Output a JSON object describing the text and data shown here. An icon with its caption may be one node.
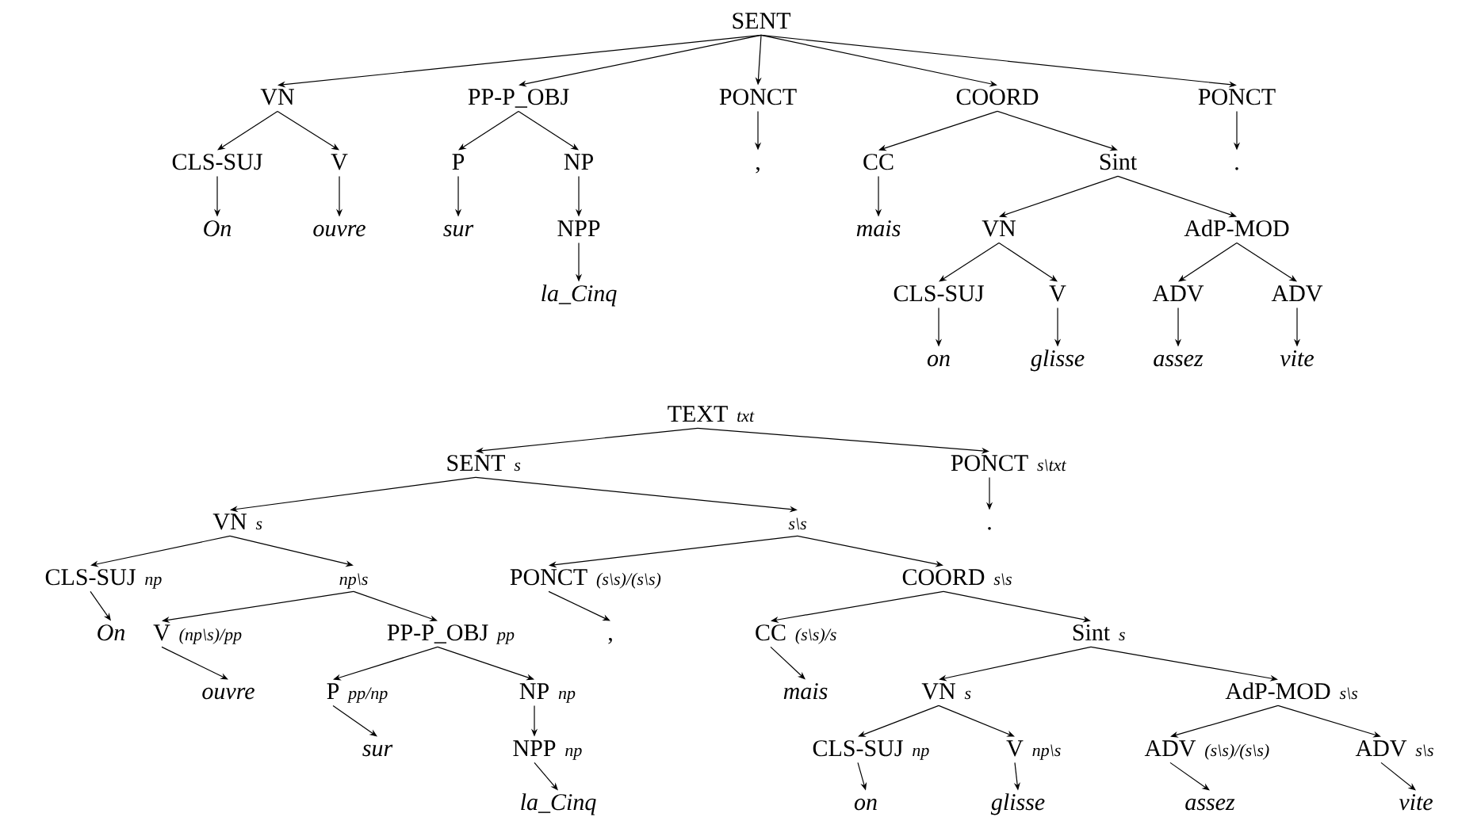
{
  "diagram": {
    "nodes": [
      {
        "text": [
          "SENT"
        ]
      },
      {
        "text": [
          "VN"
        ]
      },
      {
        "text": [
          "PP-P_OBJ"
        ]
      },
      {
        "text": [
          "PONCT"
        ]
      },
      {
        "text": [
          "COORD"
        ]
      },
      {
        "text": [
          "PONCT"
        ]
      },
      {
        "text": [
          "CLS-SUJ"
        ]
      },
      {
        "text": [
          "V"
        ]
      },
      {
        "text": [
          "P"
        ]
      },
      {
        "text": [
          "NP"
        ]
      },
      {
        "text": [
          ","
        ]
      },
      {
        "text": [
          "CC"
        ]
      },
      {
        "text": [
          "Sint"
        ]
      },
      {
        "text": [
          "."
        ]
      },
      {
        "text": [
          "On"
        ]
      },
      {
        "text": [
          "ouvre"
        ]
      },
      {
        "text": [
          "sur"
        ]
      },
      {
        "text": [
          "NPP"
        ]
      },
      {
        "text": [
          "mais"
        ]
      },
      {
        "text": [
          "VN"
        ]
      },
      {
        "text": [
          "AdP-MOD"
        ]
      },
      {
        "text": [
          "la_Cinq"
        ]
      },
      {
        "text": [
          "CLS-SUJ"
        ]
      },
      {
        "text": [
          "V"
        ]
      },
      {
        "text": [
          "ADV"
        ]
      },
      {
        "text": [
          "ADV"
        ]
      },
      {
        "text": [
          "on"
        ]
      },
      {
        "text": [
          "glisse"
        ]
      },
      {
        "text": [
          "assez"
        ]
      },
      {
        "text": [
          "vite"
        ]
      },
      {
        "text": [
          "TEXT"
        ],
        "beside": [
          "txt"
        ]
      },
      {
        "text": [
          "SENT"
        ],
        "beside": [
          "s"
        ]
      },
      {
        "text": [
          "PONCT"
        ],
        "beside": [
          "s\\txt"
        ]
      },
      {
        "text": [
          "VN"
        ],
        "beside": [
          "s"
        ]
      },
      {
        "text": [
          "s\\s"
        ]
      },
      {
        "text": [
          "."
        ]
      },
      {
        "text": [
          "CLS-SUJ"
        ],
        "beside": [
          "np"
        ]
      },
      {
        "text": [
          "np\\s"
        ]
      },
      {
        "text": [
          "PONCT"
        ],
        "beside": [
          "(s\\s)/(s\\s)"
        ]
      },
      {
        "text": [
          "COORD"
        ],
        "beside": [
          "s\\s"
        ]
      },
      {
        "text": [
          "On"
        ]
      },
      {
        "text": [
          "V"
        ],
        "beside": [
          "(np\\s)/pp"
        ]
      },
      {
        "text": [
          "PP-P_OBJ"
        ],
        "beside": [
          "pp"
        ]
      },
      {
        "text": [
          ","
        ]
      },
      {
        "text": [
          "CC"
        ],
        "beside": [
          "(s\\s)/s"
        ]
      },
      {
        "text": [
          "Sint"
        ],
        "beside": [
          "s"
        ]
      },
      {
        "text": [
          "ouvre"
        ]
      },
      {
        "text": [
          "P"
        ],
        "beside": [
          "pp/np"
        ]
      },
      {
        "text": [
          "NP"
        ],
        "beside": [
          "np"
        ]
      },
      {
        "text": [
          "mais"
        ]
      },
      {
        "text": [
          "VN"
        ],
        "beside": [
          "s"
        ]
      },
      {
        "text": [
          "AdP-MOD"
        ],
        "beside": [
          "s\\s"
        ]
      },
      {
        "text": [
          "sur"
        ]
      },
      {
        "text": [
          "NPP"
        ],
        "beside": [
          "np"
        ]
      },
      {
        "text": [
          "CLS-SUJ"
        ],
        "beside": [
          "np"
        ]
      },
      {
        "text": [
          "V"
        ],
        "beside": [
          "np\\s"
        ]
      },
      {
        "text": [
          "ADV"
        ],
        "beside": [
          "(s\\s)/(s\\s)"
        ]
      },
      {
        "text": [
          "ADV"
        ],
        "beside": [
          "s\\s"
        ]
      },
      {
        "text": [
          "la_Cinq"
        ]
      },
      {
        "text": [
          "on"
        ]
      },
      {
        "text": [
          "glisse"
        ]
      },
      {
        "text": [
          "assez"
        ]
      },
      {
        "text": [
          "vite"
        ]
      }
    ],
    "edges": [
      {
        "from": 0,
        "to": 1,
        "arrow": "to"
      },
      {
        "from": 0,
        "to": 2,
        "arrow": "to"
      },
      {
        "from": 0,
        "to": 3,
        "arrow": "to"
      },
      {
        "from": 0,
        "to": 4,
        "arrow": "to"
      },
      {
        "from": 0,
        "to": 5,
        "arrow": "to"
      },
      {
        "from": 1,
        "to": 6,
        "arrow": "to"
      },
      {
        "from": 1,
        "to": 7,
        "arrow": "to"
      },
      {
        "from": 2,
        "to": 8,
        "arrow": "to"
      },
      {
        "from": 2,
        "to": 9,
        "arrow": "to"
      },
      {
        "from": 3,
        "to": 10,
        "arrow": "to"
      },
      {
        "from": 4,
        "to": 11,
        "arrow": "to"
      },
      {
        "from": 4,
        "to": 12,
        "arrow": "to"
      },
      {
        "from": 5,
        "to": 13,
        "arrow": "to"
      },
      {
        "from": 6,
        "to": 14,
        "arrow": "to"
      },
      {
        "from": 7,
        "to": 15,
        "arrow": "to"
      },
      {
        "from": 8,
        "to": 16,
        "arrow": "to"
      },
      {
        "from": 9,
        "to": 17,
        "arrow": "to"
      },
      {
        "from": 11,
        "to": 18,
        "arrow": "to"
      },
      {
        "from": 12,
        "to": 19,
        "arrow": "to"
      },
      {
        "from": 12,
        "to": 20,
        "arrow": "to"
      },
      {
        "from": 17,
        "to": 21,
        "arrow": "to"
      },
      {
        "from": 19,
        "to": 22,
        "arrow": "to"
      },
      {
        "from": 19,
        "to": 23,
        "arrow": "to"
      },
      {
        "from": 20,
        "to": 24,
        "arrow": "to"
      },
      {
        "from": 20,
        "to": 25,
        "arrow": "to"
      },
      {
        "from": 22,
        "to": 26,
        "arrow": "to"
      },
      {
        "from": 23,
        "to": 27,
        "arrow": "to"
      },
      {
        "from": 24,
        "to": 28,
        "arrow": "to"
      },
      {
        "from": 25,
        "to": 29,
        "arrow": "to"
      },
      {
        "from": 30,
        "to": 31,
        "arrow": "to"
      },
      {
        "from": 30,
        "to": 32,
        "arrow": "to"
      },
      {
        "from": 31,
        "to": 33,
        "arrow": "to"
      },
      {
        "from": 31,
        "to": 34,
        "arrow": "to"
      },
      {
        "from": 32,
        "to": 35,
        "arrow": "to"
      },
      {
        "from": 33,
        "to": 36,
        "arrow": "to"
      },
      {
        "from": 33,
        "to": 37,
        "arrow": "to"
      },
      {
        "from": 34,
        "to": 38,
        "arrow": "to"
      },
      {
        "from": 34,
        "to": 39,
        "arrow": "to"
      },
      {
        "from": 36,
        "to": 40,
        "arrow": "to"
      },
      {
        "from": 37,
        "to": 41,
        "arrow": "to"
      },
      {
        "from": 37,
        "to": 42,
        "arrow": "to"
      },
      {
        "from": 38,
        "to": 43,
        "arrow": "to"
      },
      {
        "from": 39,
        "to": 44,
        "arrow": "to"
      },
      {
        "from": 39,
        "to": 45,
        "arrow": "to"
      },
      {
        "from": 41,
        "to": 46,
        "arrow": "to"
      },
      {
        "from": 42,
        "to": 47,
        "arrow": "to"
      },
      {
        "from": 42,
        "to": 48,
        "arrow": "to"
      },
      {
        "from": 44,
        "to": 49,
        "arrow": "to"
      },
      {
        "from": 45,
        "to": 50,
        "arrow": "to"
      },
      {
        "from": 45,
        "to": 51,
        "arrow": "to"
      },
      {
        "from": 47,
        "to": 52,
        "arrow": "to"
      },
      {
        "from": 48,
        "to": 53,
        "arrow": "to"
      },
      {
        "from": 50,
        "to": 54,
        "arrow": "to"
      },
      {
        "from": 50,
        "to": 55,
        "arrow": "to"
      },
      {
        "from": 51,
        "to": 56,
        "arrow": "to"
      },
      {
        "from": 51,
        "to": 57,
        "arrow": "to"
      },
      {
        "from": 53,
        "to": 58,
        "arrow": "to"
      },
      {
        "from": 54,
        "to": 59,
        "arrow": "to"
      },
      {
        "from": 55,
        "to": 60,
        "arrow": "to"
      },
      {
        "from": 56,
        "to": 61,
        "arrow": "to"
      },
      {
        "from": 57,
        "to": 62,
        "arrow": "to"
      }
    ]
  }
}
